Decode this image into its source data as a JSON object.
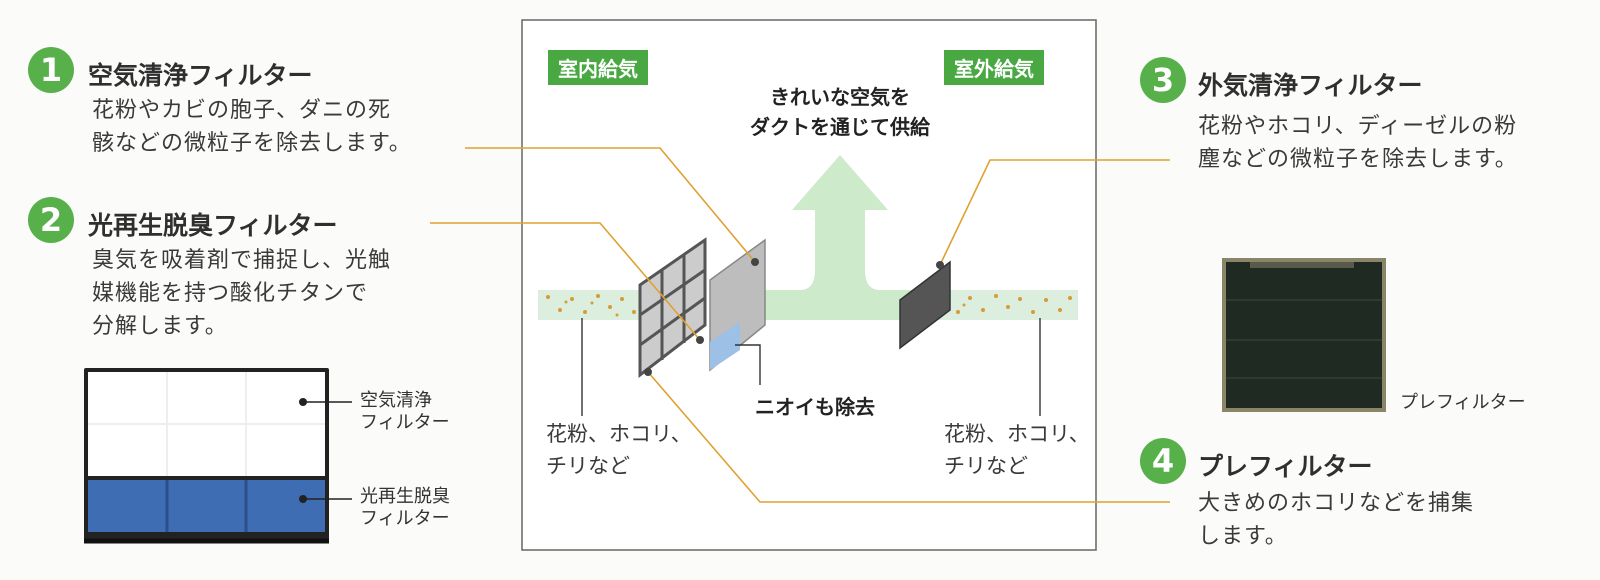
{
  "filters": [
    {
      "number": "1",
      "title": "空気清浄フィルター",
      "desc": [
        "花粉やカビの胞子、ダニの死",
        "骸などの微粒子を除去します。"
      ]
    },
    {
      "number": "2",
      "title": "光再生脱臭フィルター",
      "desc": [
        "臭気を吸着剤で捕捉し、光触",
        "媒機能を持つ酸化チタンで",
        "分解します。"
      ]
    },
    {
      "number": "3",
      "title": "外気清浄フィルター",
      "desc": [
        "花粉やホコリ、ディーゼルの粉",
        "塵などの微粒子を除去します。"
      ]
    },
    {
      "number": "4",
      "title": "プレフィルター",
      "desc": [
        "大きめのホコリなどを捕集",
        "します。"
      ]
    }
  ],
  "diagram": {
    "indoor_label": "室内給気",
    "outdoor_label": "室外給気",
    "supply_text": [
      "きれいな空気を",
      "ダクトを通じて供給"
    ],
    "odor_text": "ニオイも除去",
    "left_particles": [
      "花粉、ホコリ、",
      "チリなど"
    ],
    "right_particles": [
      "花粉、ホコリ、",
      "チリなど"
    ]
  },
  "photo_caption": "プレフィルター",
  "filter_unit_labels": {
    "top": [
      "空気清浄",
      "フィルター"
    ],
    "bottom": [
      "光再生脱臭",
      "フィルター"
    ]
  },
  "colors": {
    "accent_green": "#57b04a",
    "leader_orange": "#e0a030",
    "light_green": "#a8dba0",
    "blue": "#3f6db3"
  }
}
